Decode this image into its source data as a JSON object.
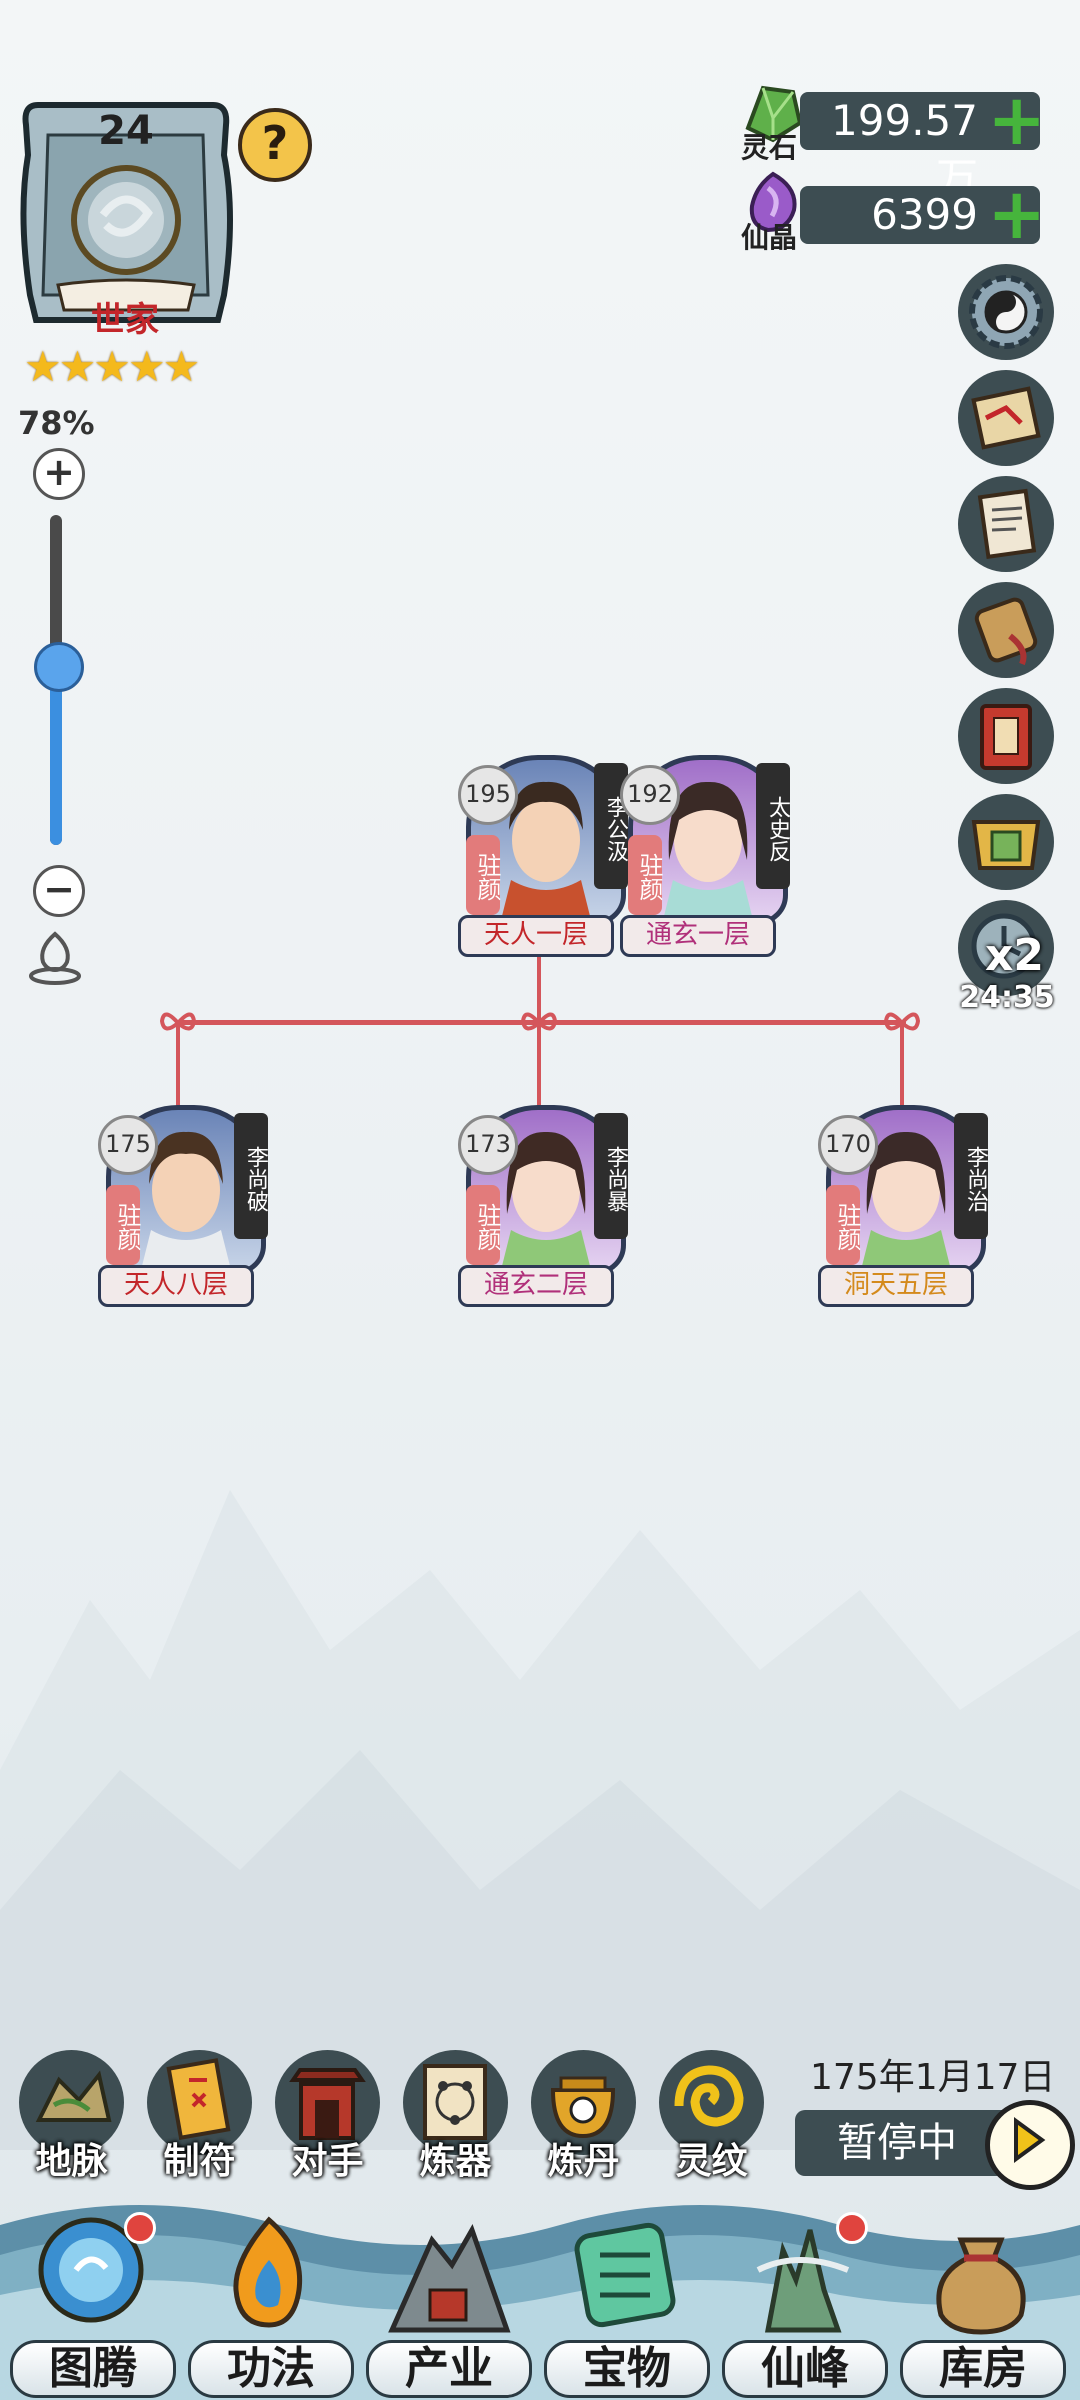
{
  "family": {
    "level": "24",
    "name": "世家",
    "stars": "★★★★★",
    "help": "?"
  },
  "zoom": {
    "percent": "78%",
    "plus": "+",
    "minus": "−",
    "level": 0.55
  },
  "currencies": [
    {
      "label": "灵石",
      "value": "199.57万",
      "icon": "spirit-stone-icon",
      "color": "#5fb04a"
    },
    {
      "label": "仙晶",
      "value": "6399",
      "icon": "immortal-crystal-icon",
      "color": "#9a5bc9"
    }
  ],
  "side_buttons": [
    {
      "icon": "yin-yang-gear-icon"
    },
    {
      "icon": "map-scroll-icon"
    },
    {
      "icon": "notebook-icon"
    },
    {
      "icon": "scroll-icon"
    },
    {
      "icon": "red-book-icon"
    },
    {
      "icon": "plaque-icon"
    },
    {
      "icon": "speed-clock-icon",
      "multiplier": "x2",
      "timer": "24:35"
    }
  ],
  "tree": {
    "parents": [
      {
        "level": "195",
        "name": "李公汲",
        "tag": "驻颜",
        "realm": "天人一层",
        "realm_color": "#c3262a",
        "frame": "#6a84b7"
      },
      {
        "level": "192",
        "name": "太史反",
        "tag": "驻颜",
        "realm": "通玄一层",
        "realm_color": "#b0307a",
        "frame": "#a06fc8"
      }
    ],
    "children": [
      {
        "level": "175",
        "name": "李尚破",
        "tag": "驻颜",
        "realm": "天人八层",
        "realm_color": "#c3262a",
        "frame": "#6a84b7"
      },
      {
        "level": "173",
        "name": "李尚暴",
        "tag": "驻颜",
        "realm": "通玄二层",
        "realm_color": "#b0307a",
        "frame": "#a06fc8"
      },
      {
        "level": "170",
        "name": "李尚治",
        "tag": "驻颜",
        "realm": "洞天五层",
        "realm_color": "#d48a1c",
        "frame": "#a06fc8"
      }
    ]
  },
  "date": "175年1月17日",
  "pause_label": "暂停中",
  "tools": [
    {
      "label": "地脉",
      "icon": "earth-vein-icon"
    },
    {
      "label": "制符",
      "icon": "talisman-icon"
    },
    {
      "label": "对手",
      "icon": "gate-icon"
    },
    {
      "label": "炼器",
      "icon": "forge-diagram-icon"
    },
    {
      "label": "炼丹",
      "icon": "alchemy-cauldron-icon"
    },
    {
      "label": "灵纹",
      "icon": "spiral-rune-icon"
    }
  ],
  "nav": [
    {
      "label": "图腾",
      "icon": "totem-mirror-icon",
      "badge": true
    },
    {
      "label": "功法",
      "icon": "flame-technique-icon",
      "badge": false
    },
    {
      "label": "产业",
      "icon": "mountain-shrine-icon",
      "badge": false
    },
    {
      "label": "宝物",
      "icon": "jade-artifact-icon",
      "badge": false
    },
    {
      "label": "仙峰",
      "icon": "immortal-peak-icon",
      "badge": true
    },
    {
      "label": "库房",
      "icon": "treasure-bag-icon",
      "badge": false
    }
  ]
}
